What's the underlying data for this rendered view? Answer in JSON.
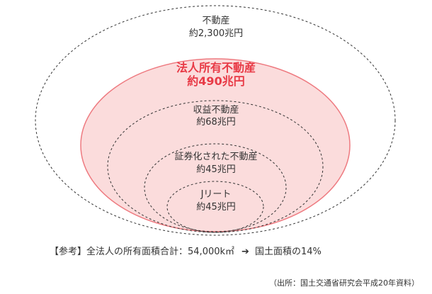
{
  "colors": {
    "highlight_text": "#e83a46",
    "highlight_fill": "#fbdcdc",
    "highlight_stroke": "#ee7a80",
    "dashed_stroke": "#333333",
    "text": "#333333"
  },
  "rings": [
    {
      "name": "不動産",
      "value": "約2,300兆円",
      "emphasis": false
    },
    {
      "name": "法人所有不動産",
      "value": "約490兆円",
      "emphasis": true
    },
    {
      "name": "収益不動産",
      "value": "約68兆円",
      "emphasis": false
    },
    {
      "name": "証券化された不動産",
      "value": "約45兆円",
      "emphasis": false
    },
    {
      "name": "Jリート",
      "value": "約45兆円",
      "emphasis": false
    }
  ],
  "reference": {
    "label": "【参考】",
    "statement": "全法人の所有面積合計：54,000k㎡",
    "arrow": "➔",
    "result": "国土面積の14%"
  },
  "source": "（出所：国土交通省研究会平成20年資料）"
}
